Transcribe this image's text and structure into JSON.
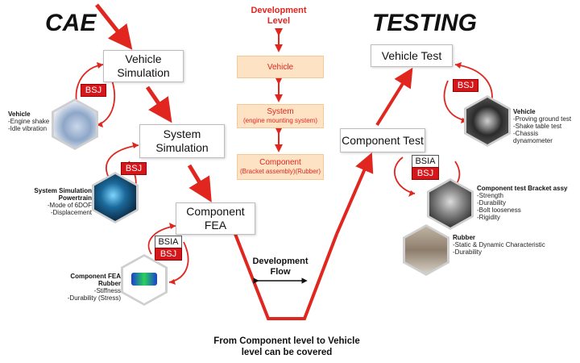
{
  "headings": {
    "cae": "CAE",
    "testing": "TESTING"
  },
  "center": {
    "dev_level": [
      "Development",
      "Level"
    ],
    "levels": [
      {
        "main": "Vehicle",
        "sub": ""
      },
      {
        "main": "System",
        "sub": "(engine mounting system)"
      },
      {
        "main": "Component",
        "sub": "(Bracket assembly)(Rubber)"
      }
    ],
    "dev_flow": [
      "Development",
      "Flow"
    ],
    "caption": [
      "From Component level to Vehicle",
      "level can be covered"
    ]
  },
  "cae": {
    "vehicle_sim": [
      "Vehicle",
      "Simulation"
    ],
    "system_sim": [
      "System",
      "Simulation"
    ],
    "component_fea": [
      "Component",
      "FEA"
    ],
    "bsj": "BSJ",
    "bsia": "BSIA",
    "vehicle_label": {
      "title": "Vehicle",
      "items": [
        "-Engine shake",
        "-Idle vibration"
      ]
    },
    "system_label": {
      "title": "System Simulation Powertrain",
      "items": [
        "-Mode of 6DOF",
        "-Displacement"
      ]
    },
    "component_label": {
      "title": "Component FEA Rubber",
      "items": [
        "-Stiffness",
        "-Durability (Stress)"
      ]
    }
  },
  "testing": {
    "vehicle_test": "Vehicle Test",
    "component_test": "Component Test",
    "bsj": "BSJ",
    "bsia": "BSIA",
    "vehicle_label": {
      "title": "Vehicle",
      "items": [
        "-Proving ground test",
        "-Shake table test",
        "-Chassis dynamometer"
      ]
    },
    "bracket_label": {
      "title": "Component test Bracket assy",
      "items": [
        "-Strength",
        "-Durability",
        "-Bolt looseness",
        "-Rigidity"
      ]
    },
    "rubber_label": {
      "title": "Rubber",
      "items": [
        "-Static & Dynamic Characteristic",
        "-Durability"
      ]
    }
  },
  "colors": {
    "arrow": "#e0261f",
    "bsj": "#d5161a",
    "level_fill": "#fde3c4",
    "level_text": "#e0261f"
  }
}
